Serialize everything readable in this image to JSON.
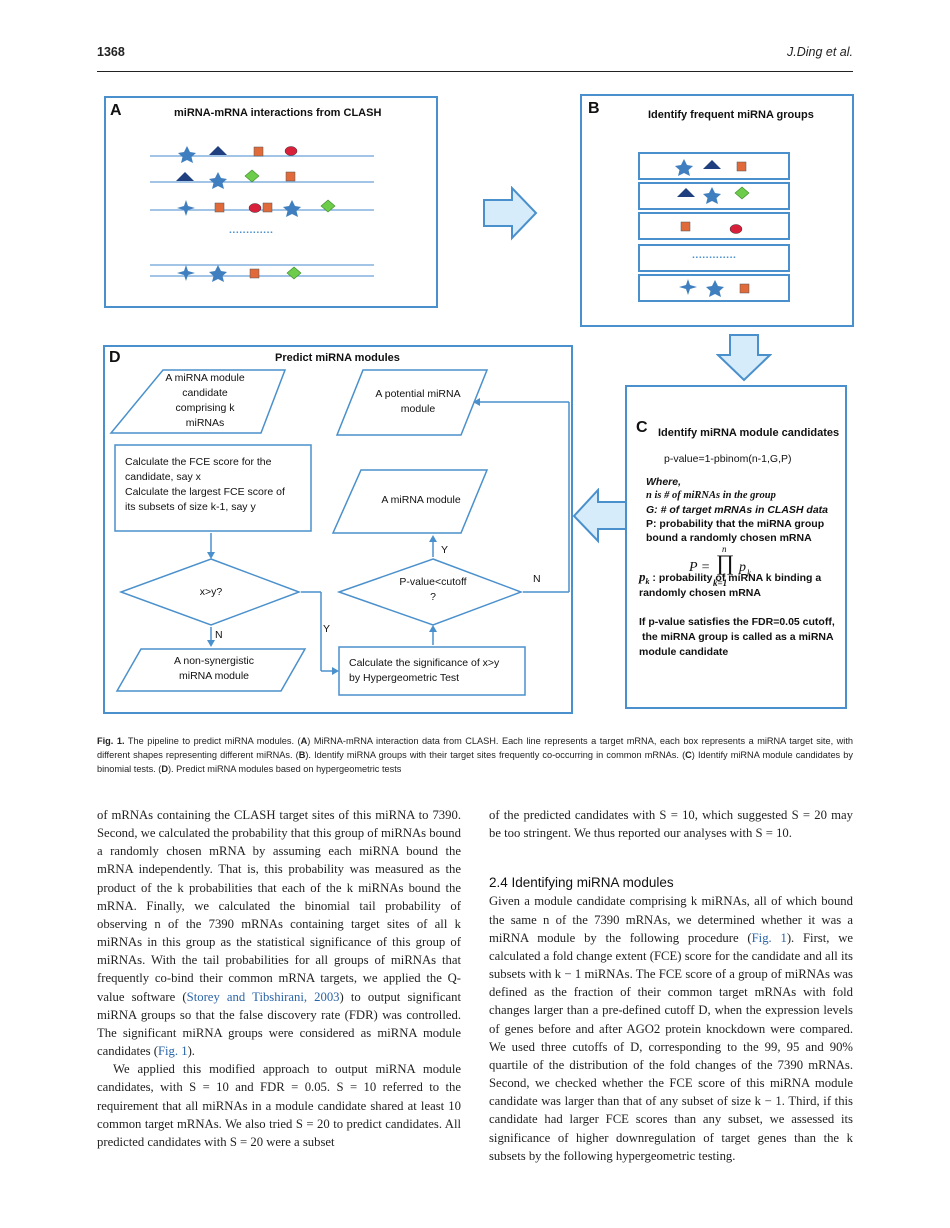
{
  "header": {
    "page_number": "1368",
    "running_title": "J.Ding et al."
  },
  "figure": {
    "panel_a": {
      "letter": "A",
      "title": "miRNA-mRNA interactions from CLASH",
      "dots": "............."
    },
    "panel_b": {
      "letter": "B",
      "title": "Identify frequent miRNA groups",
      "dots": "............."
    },
    "panel_c": {
      "letter": "C",
      "title": "Identify miRNA module candidates",
      "formula": "p-value=1-pbinom(n-1,G,P)",
      "where": "Where,",
      "n_def": "n is # of miRNAs in the group",
      "g_def": "G: # of target mRNAs in CLASH data",
      "p_def_1": "P: probability that the miRNA group",
      "p_def_2": "bound a randomly chosen mRNA",
      "product_lhs": "P =",
      "product_sym": "∏",
      "product_upper": "n",
      "product_lower": "k=1",
      "product_term": "p",
      "product_sub": "k",
      "pk_sym": "p",
      "pk_sub": "k",
      "pk_def_1": " : probability of miRNA k binding a",
      "pk_def_2": "randomly chosen mRNA",
      "fdr_1": "If p-value satisfies the FDR=0.05 cutoff,",
      "fdr_2": "the miRNA group is called as a miRNA",
      "fdr_3": "module candidate"
    },
    "panel_d": {
      "letter": "D",
      "title": "Predict miRNA modules",
      "candidate": [
        "A miRNA module",
        "candidate",
        "comprising k",
        "miRNAs"
      ],
      "fce": [
        "Calculate the FCE score for the",
        "candidate, say x",
        "Calculate the largest FCE score of",
        "its subsets of size k-1, say y"
      ],
      "decision": "x>y?",
      "n_label": "N",
      "y_label": "Y",
      "non_synergistic": [
        "A non-synergistic",
        "miRNA module"
      ],
      "significance": [
        "Calculate the significance of x>y",
        "by Hypergeometric Test"
      ],
      "pvalue": [
        "P-value<cutoff",
        "?"
      ],
      "pvalue_y": "Y",
      "pvalue_n": "N",
      "module": "A miRNA module",
      "potential": [
        "A potential miRNA",
        "module"
      ]
    },
    "colors": {
      "border": "#4a90cc",
      "arrow_fill": "#d6ecfa",
      "star": "#3f7fbf",
      "triangle": "#1f3f7f",
      "square": "#e06a3a",
      "circle": "#d8203a",
      "diamond": "#6dcc4a"
    }
  },
  "caption": {
    "label": "Fig. 1.",
    "text": " The pipeline to predict miRNA modules. (",
    "a": "A",
    "a_text": ") MiRNA-mRNA interaction data from CLASH. Each line represents a target mRNA, each box represents a miRNA target site, with different shapes representing different miRNAs. (",
    "b": "B",
    "b_text": "). Identify miRNA groups with their target sites frequently co-occurring in common mRNAs. (",
    "c": "C",
    "c_text": ") Identify miRNA module candidates by binomial tests. (",
    "d": "D",
    "d_text": "). Predict miRNA modules based on hypergeometric tests"
  },
  "body": {
    "left_p1_a": "of mRNAs containing the CLASH target sites of this miRNA to 7390. Second, we calculated the probability that this group of miRNAs bound a randomly chosen mRNA by assuming each miRNA bound the mRNA independently. That is, this probability was measured as the product of the k probabilities that each of the k miRNAs bound the mRNA. Finally, we calculated the binomial tail probability of observing n of the 7390 mRNAs containing target sites of all k miRNAs in this group as the statistical significance of this group of miRNAs. With the tail probabilities for all groups of miRNAs that frequently co-bind their common mRNA targets, we applied the Q-value software (",
    "left_p1_ref": "Storey and Tibshirani, 2003",
    "left_p1_b": ") to output significant miRNA groups so that the false discovery rate (FDR) was controlled. The significant miRNA groups were considered as miRNA module candidates (",
    "left_p1_fig": "Fig. 1",
    "left_p1_c": ").",
    "left_p2": "We applied this modified approach to output miRNA module candidates, with S = 10 and FDR = 0.05. S = 10 referred to the requirement that all miRNAs in a module candidate shared at least 10 common target mRNAs. We also tried S = 20 to predict candidates. All predicted candidates with S = 20 were a subset",
    "right_p1": "of the predicted candidates with S = 10, which suggested S = 20 may be too stringent. We thus reported our analyses with S = 10.",
    "section_heading": "2.4 Identifying miRNA modules",
    "right_p2_a": "Given a module candidate comprising k miRNAs, all of which bound the same n of the 7390 mRNAs, we determined whether it was a miRNA module by the following procedure (",
    "right_p2_fig": "Fig. 1",
    "right_p2_b": "). First, we calculated a fold change extent (FCE) score for the candidate and all its subsets with k − 1 miRNAs. The FCE score of a group of miRNAs was defined as the fraction of their common target mRNAs with fold changes larger than a pre-defined cutoff D, when the expression levels of genes before and after AGO2 protein knockdown were compared. We used three cutoffs of D, corresponding to the 99, 95 and 90% quartile of the distribution of the fold changes of the 7390 mRNAs. Second, we checked whether the FCE score of this miRNA module candidate was larger than that of any subset of size k − 1. Third, if this candidate had larger FCE scores than any subset, we assessed its significance of higher downregulation of target genes than the k subsets by the following hypergeometric testing."
  }
}
